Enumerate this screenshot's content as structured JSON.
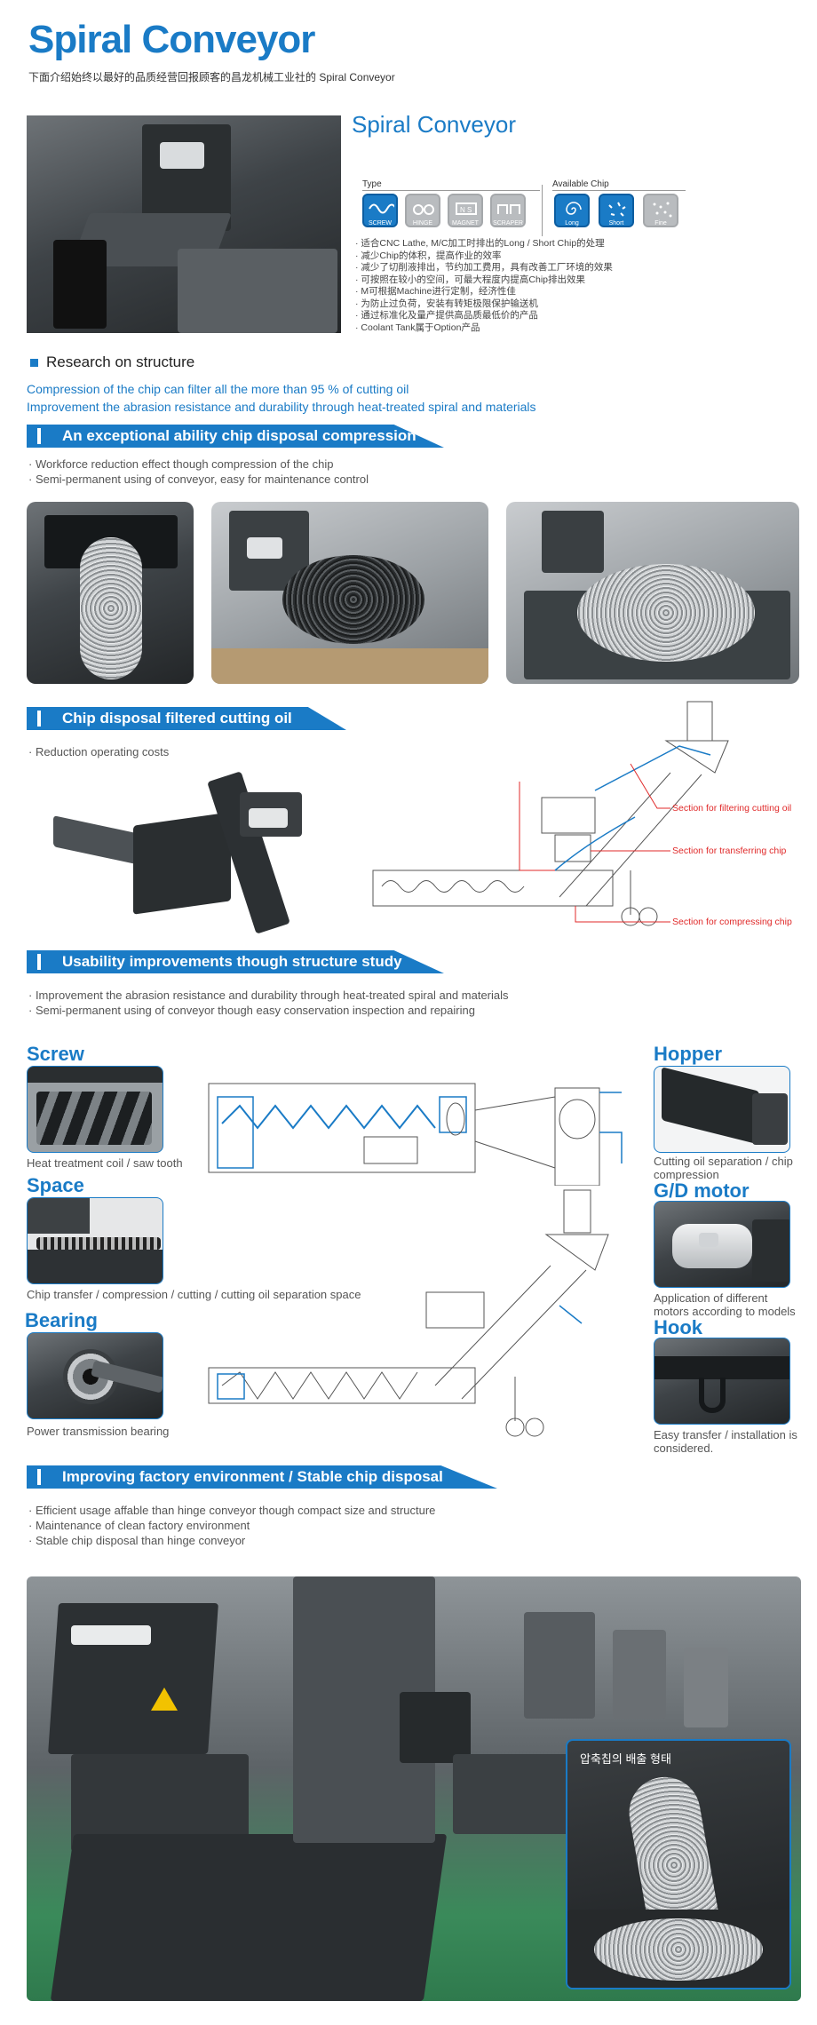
{
  "header": {
    "title": "Spiral Conveyor",
    "subtitle": "下面介绍始终以最好的品质经营回报顾客的昌龙机械工业社的 Spiral Conveyor"
  },
  "intro": {
    "product_title": "Spiral Conveyor",
    "type_label": "Type",
    "types": [
      {
        "label": "SCREW",
        "icon": "screw-icon"
      },
      {
        "label": "HINGE",
        "icon": "hinge-icon"
      },
      {
        "label": "MAGNET",
        "icon": "magnet-icon"
      },
      {
        "label": "SCRAPER",
        "icon": "scraper-icon"
      }
    ],
    "chip_label": "Available Chip",
    "chips": [
      {
        "label": "Long",
        "icon": "long-chip-icon"
      },
      {
        "label": "Short",
        "icon": "short-chip-icon"
      },
      {
        "label": "Fine",
        "icon": "fine-chip-icon"
      }
    ],
    "bullets": [
      "· 适合CNC Lathe, M/C加工时排出的Long / Short Chip的处理",
      "· 减少Chip的体积，提高作业的效率",
      "· 减少了切削液排出，节约加工费用，具有改善工厂环境的效果",
      "· 可按照在较小的空间，可最大程度内提高Chip排出效果",
      "· M可根据Machine进行定制，经济性佳",
      "· 为防止过负荷，安装有转矩极限保护输送机",
      "· 通过标准化及量产提供高品质最低价的产品",
      "· Coolant Tank属于Option产品"
    ]
  },
  "research": {
    "heading": "Research on structure",
    "lines": [
      "Compression of the chip can filter all the more than 95 % of cutting oil",
      "Improvement the abrasion resistance and durability through heat-treated spiral and materials"
    ]
  },
  "section1": {
    "banner": "An exceptional ability chip disposal compression",
    "bullets": [
      "· Workforce reduction effect though compression of the chip",
      "· Semi-permanent using of conveyor, easy for maintenance control"
    ]
  },
  "section2": {
    "banner": "Chip disposal filtered cutting oil",
    "bullets": [
      "· Reduction operating costs"
    ],
    "labels": [
      "Section for filtering cutting oil",
      "Section for transferring chip",
      "Section for compressing chip"
    ]
  },
  "section3": {
    "banner": "Usability improvements though structure study",
    "bullets": [
      "· Improvement the abrasion resistance and durability through heat-treated spiral and materials",
      "· Semi-permanent using of conveyor though easy conservation inspection and repairing"
    ],
    "features": {
      "screw": {
        "title": "Screw",
        "caption": "Heat treatment coil / saw tooth"
      },
      "space": {
        "title": "Space",
        "caption": "Chip transfer / compression / cutting / cutting oil separation space"
      },
      "bearing": {
        "title": "Bearing",
        "caption": "Power transmission bearing"
      },
      "hopper": {
        "title": "Hopper",
        "caption": "Cutting oil separation / chip compression"
      },
      "gd_motor": {
        "title": "G/D motor",
        "caption": "Application of different motors according to models"
      },
      "hook": {
        "title": "Hook",
        "caption": "Easy transfer / installation is considered."
      }
    }
  },
  "section4": {
    "banner": "Improving factory environment / Stable chip disposal",
    "bullets": [
      "· Efficient usage affable than hinge conveyor though compact size and structure",
      "· Maintenance of clean factory environment",
      "· Stable chip disposal than hinge conveyor"
    ],
    "inset_caption": "압축칩의 배출 형태"
  },
  "colors": {
    "accent": "#1a7bc6",
    "label_red": "#e02a2a"
  }
}
